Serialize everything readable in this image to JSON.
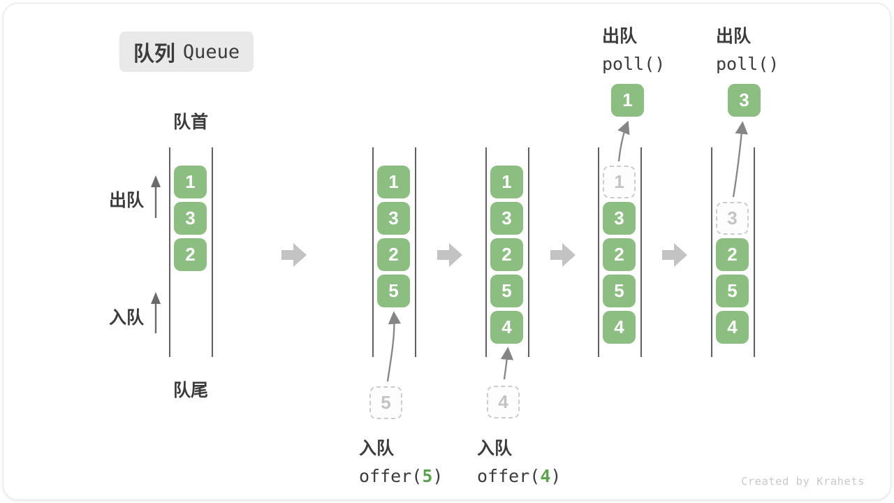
{
  "title": {
    "zh": "队列",
    "en": "Queue"
  },
  "labels": {
    "front": "队首",
    "rear": "队尾",
    "dequeue_side": "出队",
    "enqueue_side": "入队"
  },
  "ops": {
    "enqueue5": {
      "name": "入队",
      "code_pre": "offer(",
      "arg": "5",
      "code_post": ")"
    },
    "enqueue4": {
      "name": "入队",
      "code_pre": "offer(",
      "arg": "4",
      "code_post": ")"
    },
    "poll1": {
      "name": "出队",
      "code": "poll()"
    },
    "poll2": {
      "name": "出队",
      "code": "poll()"
    }
  },
  "states": [
    {
      "items": [
        "1",
        "3",
        "2"
      ]
    },
    {
      "items": [
        "1",
        "3",
        "2",
        "5"
      ],
      "pending": "5"
    },
    {
      "items": [
        "1",
        "3",
        "2",
        "5",
        "4"
      ],
      "pending": "4"
    },
    {
      "items": [
        "3",
        "2",
        "5",
        "4"
      ],
      "removed": "1",
      "popped": "1"
    },
    {
      "items": [
        "2",
        "5",
        "4"
      ],
      "removed": "3",
      "popped": "3"
    }
  ],
  "watermark": "Created by Krahets",
  "colors": {
    "green": "#8cbe82",
    "accent": "#5ba14e",
    "dark": "#3b3b3b",
    "line": "#5f5f5f",
    "arrow": "#858585",
    "sideArrow": "#6b6b6b",
    "blockArrow": "#c3c3c3",
    "dashedBorder": "#cccccc",
    "dashedText": "#c3c3c3",
    "watermark": "#c9c9c9",
    "titleBg": "#e9e9e9"
  }
}
